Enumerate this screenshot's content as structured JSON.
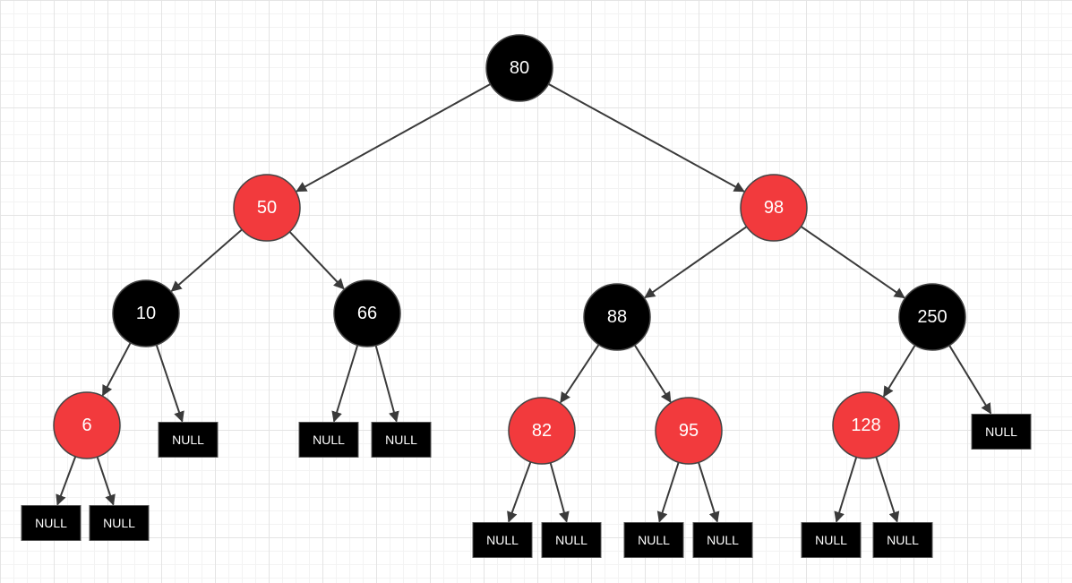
{
  "colors": {
    "red": "#f23a3d",
    "black": "#000000",
    "edge": "#3a3a3a",
    "text": "#ffffff"
  },
  "null_label": "NULL",
  "nodes": [
    {
      "id": "n80",
      "label": "80",
      "color": "black"
    },
    {
      "id": "n50",
      "label": "50",
      "color": "red"
    },
    {
      "id": "n98",
      "label": "98",
      "color": "red"
    },
    {
      "id": "n10",
      "label": "10",
      "color": "black"
    },
    {
      "id": "n66",
      "label": "66",
      "color": "black"
    },
    {
      "id": "n88",
      "label": "88",
      "color": "black"
    },
    {
      "id": "n250",
      "label": "250",
      "color": "black"
    },
    {
      "id": "n6",
      "label": "6",
      "color": "red"
    },
    {
      "id": "n82",
      "label": "82",
      "color": "red"
    },
    {
      "id": "n95",
      "label": "95",
      "color": "red"
    },
    {
      "id": "n128",
      "label": "128",
      "color": "red"
    },
    {
      "id": "null-10-right"
    },
    {
      "id": "null-66-left"
    },
    {
      "id": "null-66-right"
    },
    {
      "id": "null-250-right"
    },
    {
      "id": "null-6-left"
    },
    {
      "id": "null-6-right"
    },
    {
      "id": "null-82-left"
    },
    {
      "id": "null-82-right"
    },
    {
      "id": "null-95-left"
    },
    {
      "id": "null-95-right"
    },
    {
      "id": "null-128-left"
    },
    {
      "id": "null-128-right"
    }
  ],
  "edges": [
    [
      "n80",
      "n50"
    ],
    [
      "n80",
      "n98"
    ],
    [
      "n50",
      "n10"
    ],
    [
      "n50",
      "n66"
    ],
    [
      "n98",
      "n88"
    ],
    [
      "n98",
      "n250"
    ],
    [
      "n10",
      "n6"
    ],
    [
      "n10",
      "null-10-right"
    ],
    [
      "n66",
      "null-66-left"
    ],
    [
      "n66",
      "null-66-right"
    ],
    [
      "n88",
      "n82"
    ],
    [
      "n88",
      "n95"
    ],
    [
      "n250",
      "n128"
    ],
    [
      "n250",
      "null-250-right"
    ],
    [
      "n6",
      "null-6-left"
    ],
    [
      "n6",
      "null-6-right"
    ],
    [
      "n82",
      "null-82-left"
    ],
    [
      "n82",
      "null-82-right"
    ],
    [
      "n95",
      "null-95-left"
    ],
    [
      "n95",
      "null-95-right"
    ],
    [
      "n128",
      "null-128-left"
    ],
    [
      "n128",
      "null-128-right"
    ]
  ]
}
